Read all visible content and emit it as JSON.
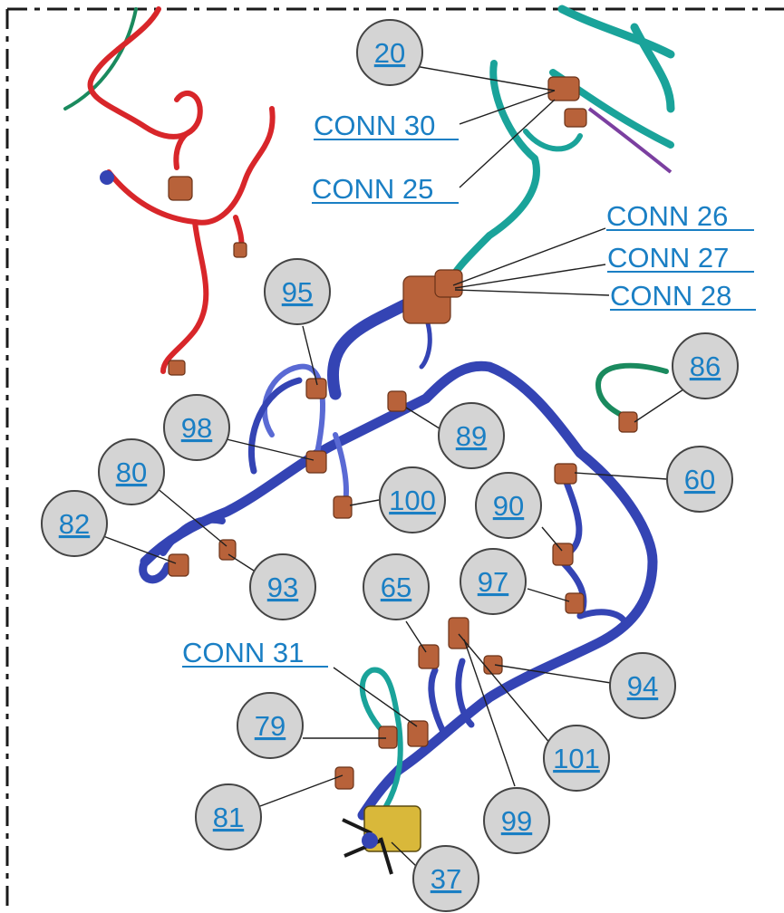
{
  "colors": {
    "callout_text": "#1a7fc4",
    "bubble_fill": "#d4d4d4",
    "harness_blue": "#3444b4",
    "harness_red": "#d8262a",
    "harness_teal": "#1aa39a",
    "harness_green": "#1a8a5e",
    "connector": "#b8623a",
    "boundary": "#1a1a1a"
  },
  "callouts": {
    "c20": "20",
    "c95": "95",
    "c86": "86",
    "c98": "98",
    "c89": "89",
    "c80": "80",
    "c60": "60",
    "c100": "100",
    "c90": "90",
    "c82": "82",
    "c93": "93",
    "c65": "65",
    "c97": "97",
    "c94": "94",
    "c79": "79",
    "c101": "101",
    "c81": "81",
    "c99": "99",
    "c37": "37"
  },
  "connectors": {
    "conn30": "CONN 30",
    "conn25": "CONN 25",
    "conn26": "CONN 26",
    "conn27": "CONN 27",
    "conn28": "CONN 28",
    "conn31": "CONN 31"
  }
}
